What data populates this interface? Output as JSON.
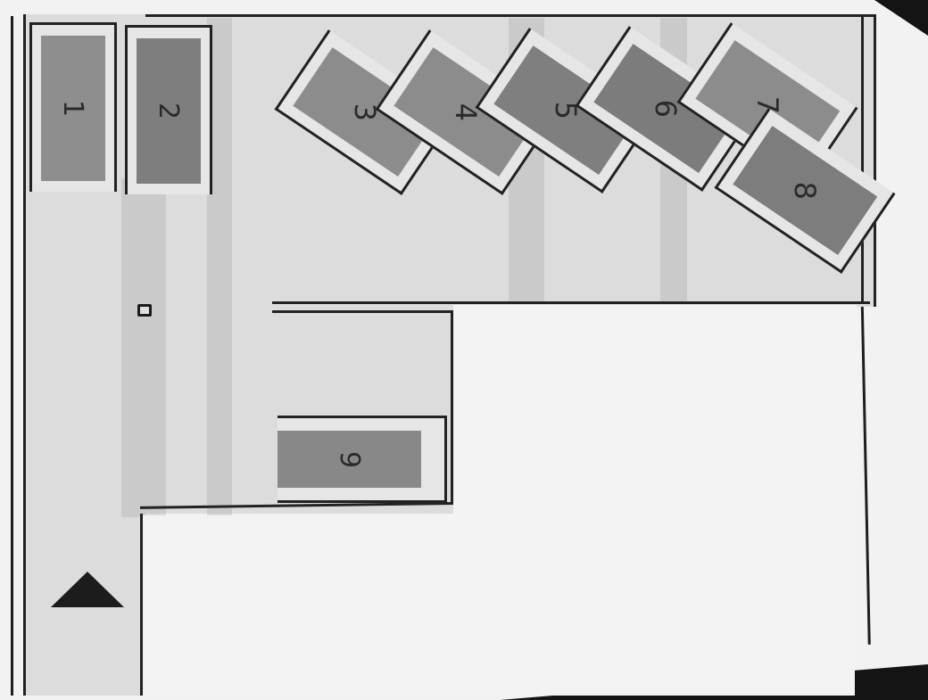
{
  "diagram": {
    "type": "parking-lot-layout",
    "orientation": "rotated 90deg (photographed printout)",
    "colors": {
      "background": "#f2f2f2",
      "lot_fill": "#dcdcdc",
      "space_fill": "#8e8e8e",
      "line": "#222222",
      "arrow": "#1c1c1c"
    },
    "straight_spaces": [
      {
        "id": "space-1",
        "label": "1"
      },
      {
        "id": "space-2",
        "label": "2"
      }
    ],
    "angled_spaces": [
      {
        "id": "space-3",
        "label": "3"
      },
      {
        "id": "space-4",
        "label": "4"
      },
      {
        "id": "space-5",
        "label": "5"
      },
      {
        "id": "space-6",
        "label": "6"
      },
      {
        "id": "space-7",
        "label": "7"
      },
      {
        "id": "space-8",
        "label": "8"
      }
    ],
    "side_spaces": [
      {
        "id": "space-9",
        "label": "9"
      }
    ],
    "marker": {
      "shape": "small-rectangle"
    },
    "arrow": {
      "shape": "triangle",
      "direction": "up"
    }
  }
}
